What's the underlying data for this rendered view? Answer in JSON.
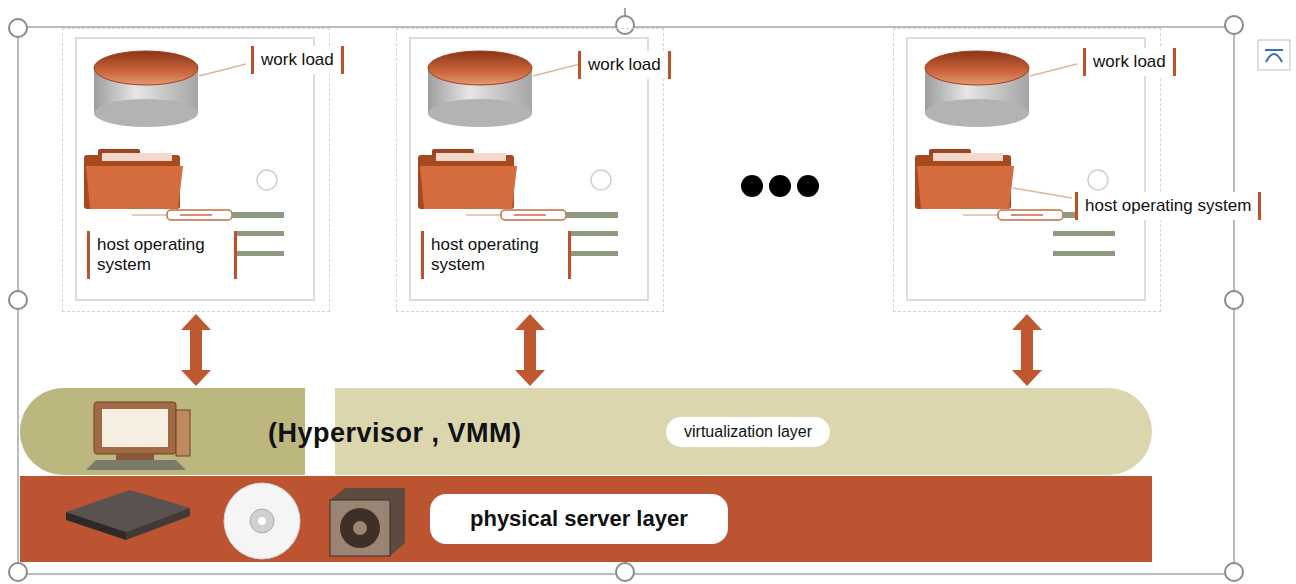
{
  "diagram": {
    "nodes": [
      {
        "text": [
          "work load",
          "host operating system"
        ]
      },
      {
        "text": [
          "work load",
          "host operating system"
        ]
      },
      {
        "text": [
          "work load",
          "host operating system"
        ]
      },
      {
        "text": [
          "(Hypervisor , VMM)",
          "virtualization layer"
        ]
      },
      {
        "text": [
          "physical server layer"
        ]
      }
    ],
    "edges": [
      {
        "from": 0,
        "to": 3,
        "arrow": "both"
      },
      {
        "from": 1,
        "to": 3,
        "arrow": "both"
      },
      {
        "from": 2,
        "to": 3,
        "arrow": "both"
      }
    ]
  }
}
